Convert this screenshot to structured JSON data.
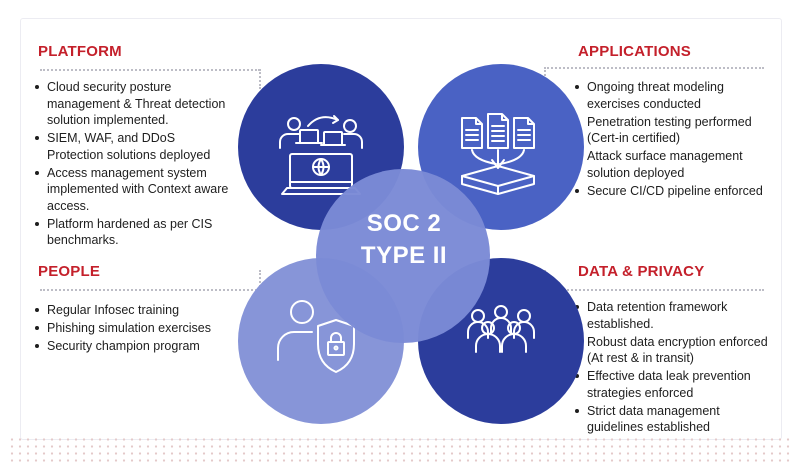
{
  "center": {
    "line1": "SOC 2",
    "line2": "TYPE II"
  },
  "colors": {
    "heading": "#c4202b",
    "circle_dark": "#2c3d9c",
    "circle_mid": "#4a62c4",
    "circle_light": "#8795d8",
    "center": "#7b8ad6"
  },
  "sections": {
    "platform": {
      "title": "PLATFORM",
      "icon": "remote-work-desktop-icon",
      "items": [
        "Cloud security posture\nmanagement & Threat detection\nsolution implemented.",
        "SIEM, WAF, and DDoS\nProtection solutions deployed",
        "Access management system\nimplemented with Context aware\naccess.",
        "Platform hardened as per CIS\nbenchmarks."
      ]
    },
    "applications": {
      "title": "APPLICATIONS",
      "icon": "documents-to-tray-icon",
      "items": [
        "Ongoing threat modeling\nexercises conducted",
        "Penetration testing performed\n(Cert-in certified)",
        "Attack surface management\nsolution deployed",
        "Secure CI/CD pipeline enforced"
      ]
    },
    "people": {
      "title": "PEOPLE",
      "icon": "user-shield-lock-icon",
      "items": [
        "Regular Infosec training",
        "Phishing simulation exercises",
        "Security champion program"
      ]
    },
    "data_privacy": {
      "title": "DATA & PRIVACY",
      "icon": "people-group-icon",
      "items": [
        "Data retention framework\nestablished.",
        "Robust data encryption enforced\n(At rest & in transit)",
        "Effective data leak prevention\nstrategies enforced",
        "Strict data management\nguidelines established"
      ]
    }
  }
}
